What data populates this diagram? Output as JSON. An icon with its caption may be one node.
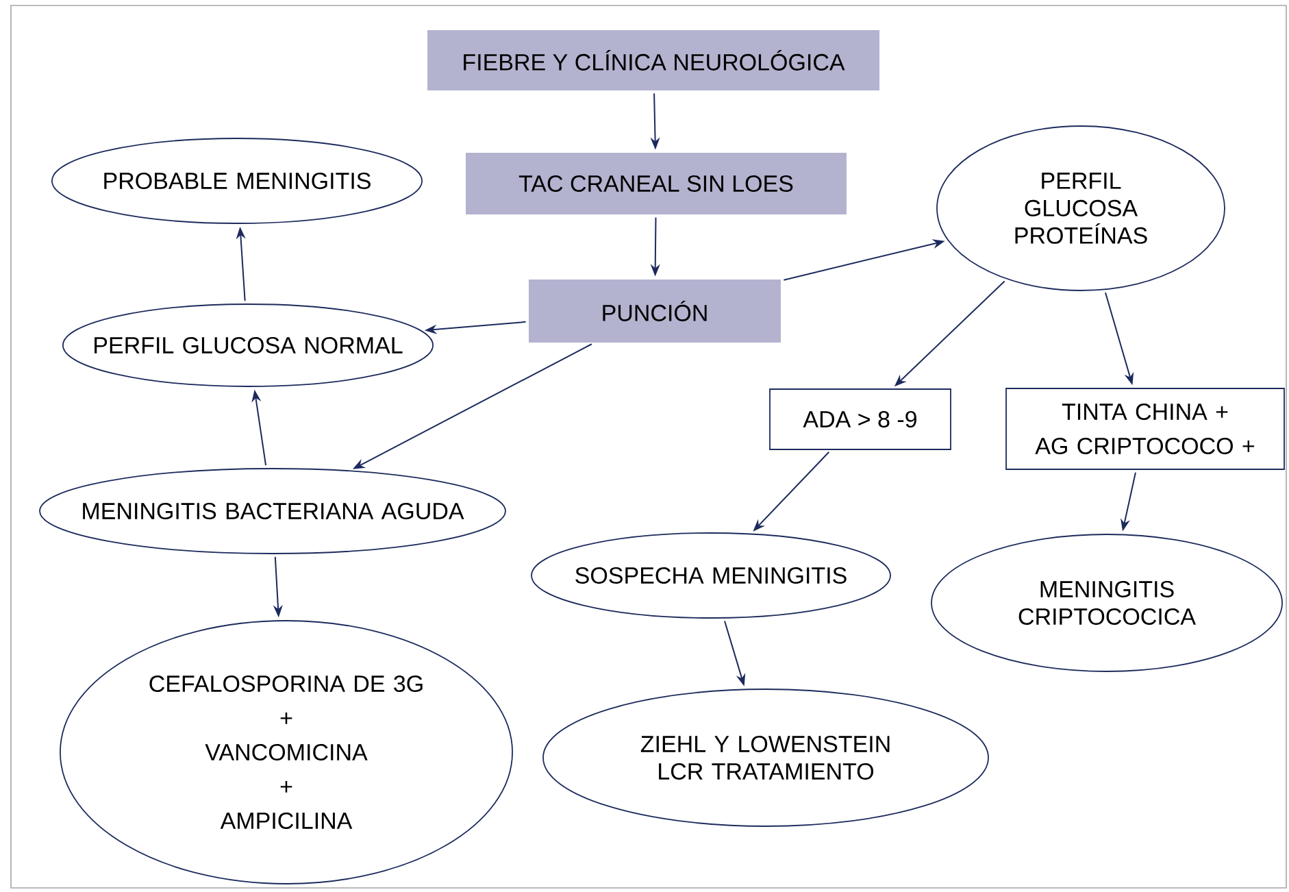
{
  "diagram": {
    "nodes": [
      {
        "text": [
          "FIEBRE Y CLÍNICA NEUROLÓGICA"
        ]
      },
      {
        "text": [
          "TAC CRANEAL SIN LOES"
        ]
      },
      {
        "text": [
          "PUNCIÓN"
        ]
      },
      {
        "text": [
          "PROBABLE MENINGITIS"
        ]
      },
      {
        "text": [
          "PERFIL GLUCOSA NORMAL"
        ]
      },
      {
        "text": [
          "MENINGITIS BACTERIANA AGUDA"
        ]
      },
      {
        "text": [
          "CEFALOSPORINA DE 3G",
          "+",
          "VANCOMICINA",
          "+",
          "AMPICILINA"
        ]
      },
      {
        "text": [
          "PERFIL GLUCOSA PROTEÍNAS"
        ]
      },
      {
        "text": [
          "ADA > 8 -9"
        ]
      },
      {
        "text": [
          "TINTA CHINA +",
          "AG CRIPTOCOCO +"
        ]
      },
      {
        "text": [
          "SOSPECHA MENINGITIS"
        ]
      },
      {
        "text": [
          "MENINGITIS CRIPTOCOCICA"
        ]
      },
      {
        "text": [
          "ZIEHL Y LOWENSTEIN LCR TRATAMIENTO"
        ]
      }
    ],
    "edges": [
      {
        "from": 0,
        "to": 1,
        "arrow": "to"
      },
      {
        "from": 1,
        "to": 2,
        "arrow": "to"
      },
      {
        "from": 2,
        "to": 4,
        "arrow": "to"
      },
      {
        "from": 2,
        "to": 5,
        "arrow": "to"
      },
      {
        "from": 2,
        "to": 7,
        "arrow": "to"
      },
      {
        "from": 4,
        "to": 3,
        "arrow": "to"
      },
      {
        "from": 5,
        "to": 4,
        "arrow": "to"
      },
      {
        "from": 5,
        "to": 6,
        "arrow": "to"
      },
      {
        "from": 7,
        "to": 8,
        "arrow": "to"
      },
      {
        "from": 7,
        "to": 9,
        "arrow": "to"
      },
      {
        "from": 8,
        "to": 10,
        "arrow": "to"
      },
      {
        "from": 9,
        "to": 11,
        "arrow": "to"
      },
      {
        "from": 10,
        "to": 12,
        "arrow": "to"
      }
    ]
  }
}
